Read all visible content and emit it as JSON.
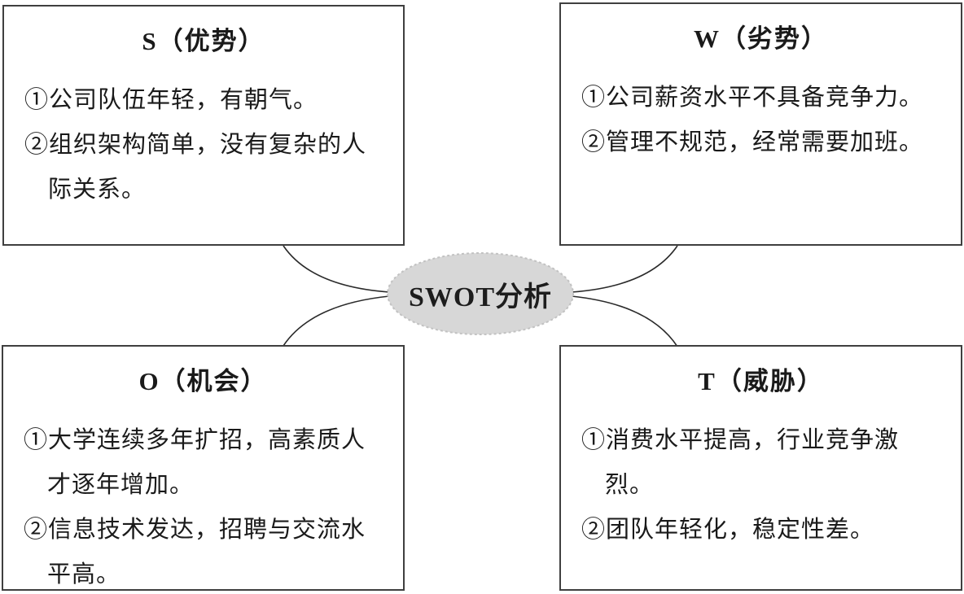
{
  "diagram": {
    "center_label": "SWOT分析",
    "quadrants": {
      "s": {
        "title": "S（优势）",
        "items": [
          "①公司队伍年轻，有朝气。",
          "②组织架构简单，没有复杂的人\n际关系。"
        ]
      },
      "w": {
        "title": "W（劣势）",
        "items": [
          "①公司薪资水平不具备竞争力。",
          "②管理不规范，经常需要加班。"
        ]
      },
      "o": {
        "title": "O（机会）",
        "items": [
          "①大学连续多年扩招，高素质人\n才逐年增加。",
          "②信息技术发达，招聘与交流水\n平高。"
        ]
      },
      "t": {
        "title": "T（威胁）",
        "items": [
          "①消费水平提高，行业竞争激烈。",
          "②团队年轻化，稳定性差。"
        ]
      }
    },
    "colors": {
      "background": "#ffffff",
      "box_border": "#3f3f3f",
      "text": "#1a1a1a",
      "ellipse_fill": "#d7d7d7",
      "curve": "#2a2a2a"
    }
  }
}
